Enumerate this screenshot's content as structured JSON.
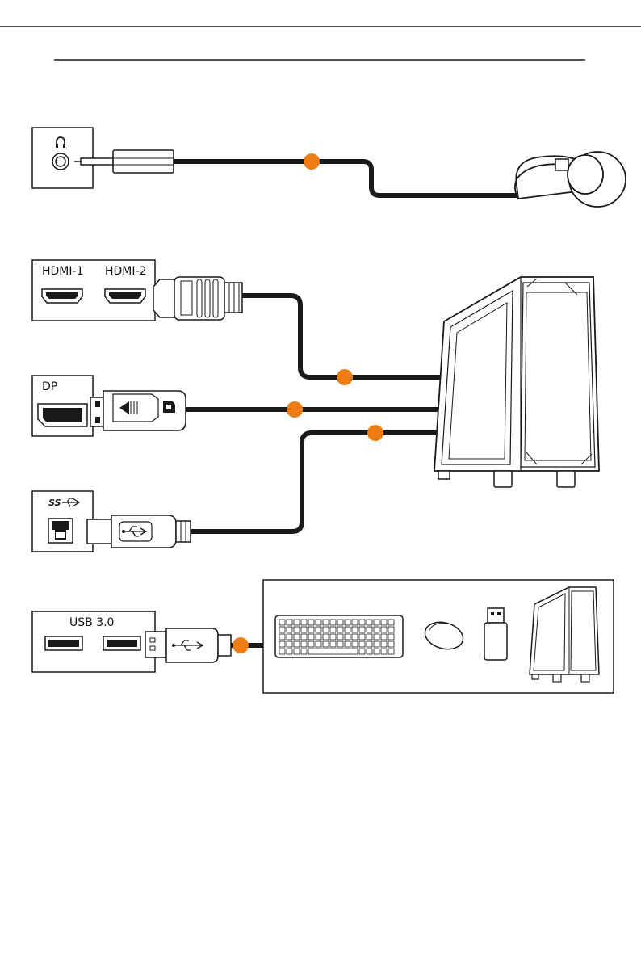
{
  "colors": {
    "line": "#1a1a1a",
    "marker": "#f07d14",
    "background": "#ffffff"
  },
  "rules": {
    "top": "rule",
    "bottom": "rule"
  },
  "panels": {
    "audio": {
      "icon": "headphones-icon"
    },
    "video": {
      "hdmi_1_label": "HDMI-1",
      "hdmi_2_label": "HDMI-2",
      "dp_label": "DP"
    },
    "usb_upstream": {
      "icon": "superspeed-usb-icon"
    },
    "usb_downstream": {
      "label": "USB 3.0"
    }
  },
  "connectors": {
    "audio": "3.5mm-audio-plug",
    "hdmi": "hdmi-plug",
    "displayport": "displayport-plug",
    "usb_b": "usb-type-b-plug",
    "usb_a": "usb-type-a-plug"
  },
  "devices": [
    "headphones-icon",
    "pc-tower-icon",
    "keyboard-icon",
    "mouse-icon",
    "usb-flash-drive-icon",
    "pc-tower-small-icon"
  ]
}
